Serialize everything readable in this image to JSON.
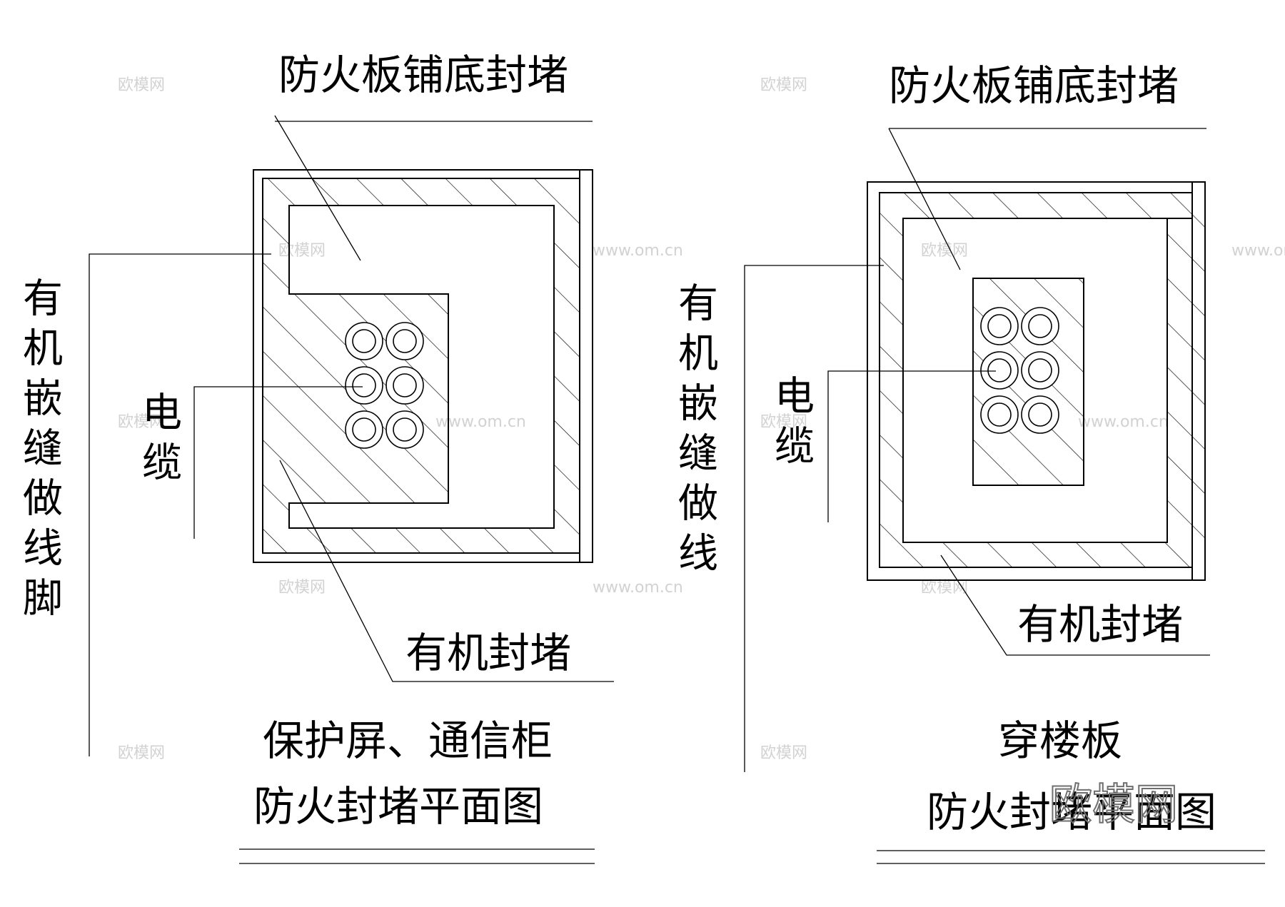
{
  "left": {
    "top_label": "防火板铺底封堵",
    "side_label": "有机嵌缝做线脚",
    "cable_label": "电缆",
    "bottom_label": "有机封堵",
    "title_line1": "保护屏、通信柜",
    "title_line2": "防火封堵平面图"
  },
  "right": {
    "top_label": "防火板铺底封堵",
    "side_label": "有机嵌缝做线",
    "cable_label": "电缆",
    "bottom_label": "有机封堵",
    "title_line1": "穿楼板",
    "title_line2": "防火封堵平面图"
  },
  "watermark": {
    "text": "欧模网",
    "url": "www.om.cn"
  }
}
